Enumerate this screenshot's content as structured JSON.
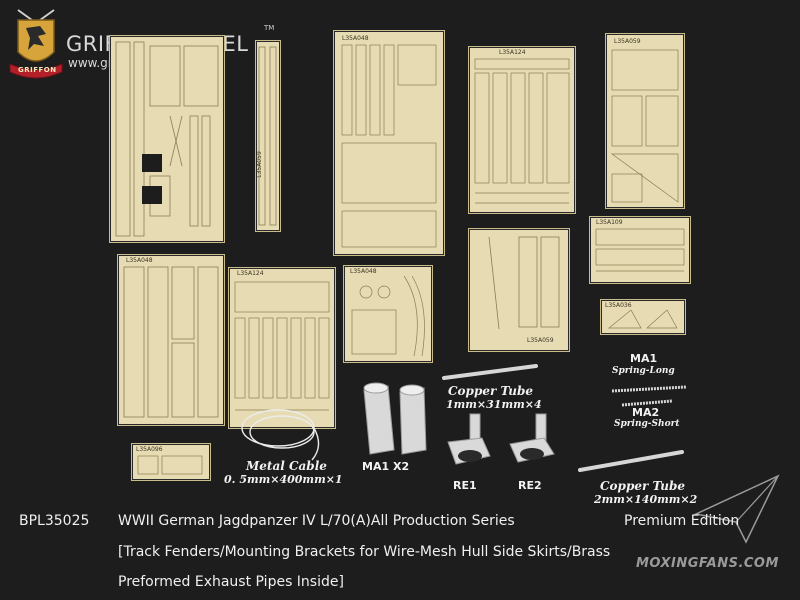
{
  "brand": {
    "name": "GRIFFON MODEL",
    "url": "www.griffonmodel.com",
    "badge": "GRIFFON",
    "tm": "TM"
  },
  "frets": {
    "f_left_tall": "",
    "f_narrow": "L35A059",
    "f_center": "L35A048",
    "f_L35A124_top": "L35A124",
    "f_L35A059_topright": "L35A059",
    "f_L35A048_left": "L35A048",
    "f_L35A124_mid": "L35A124",
    "f_L35A048_small": "L35A048",
    "f_L35A059_mid": "L35A059",
    "f_L35A109": "L35A109",
    "f_L35A036": "L35A036",
    "f_L35A096": "L35A096"
  },
  "parts": {
    "copper_tube_1_title": "Copper Tube",
    "copper_tube_1_size": "1mm×31mm×4",
    "copper_tube_2_title": "Copper Tube",
    "copper_tube_2_size": "2mm×140mm×2",
    "metal_cable_title": "Metal Cable",
    "metal_cable_size": "0. 5mm×400mm×1",
    "ma1_spring": "MA1",
    "ma1_spring_sub": "Spring-Long",
    "ma2_spring": "MA2",
    "ma2_spring_sub": "Spring-Short",
    "ma1_label": "MA1",
    "x2_label": "X2",
    "re1_label": "RE1",
    "re2_label": "RE2"
  },
  "caption": {
    "line1_code": "BPL35025",
    "line1_text": "WWII German Jagdpanzer IV L/70(A)All Production Series",
    "line1_edition": "Premium Edition",
    "line2": "[Track Fenders/Mounting Brackets for Wire-Mesh Hull Side Skirts/Brass",
    "line3": "Preformed Exhaust Pipes Inside]"
  },
  "watermark": "MOXINGFANS.COM",
  "colors": {
    "background": "#1d1d1d",
    "brass": "#e6dbb2",
    "etch_line": "#8a7d55",
    "badge_red": "#b4202a",
    "badge_gold": "#d6a43a"
  }
}
